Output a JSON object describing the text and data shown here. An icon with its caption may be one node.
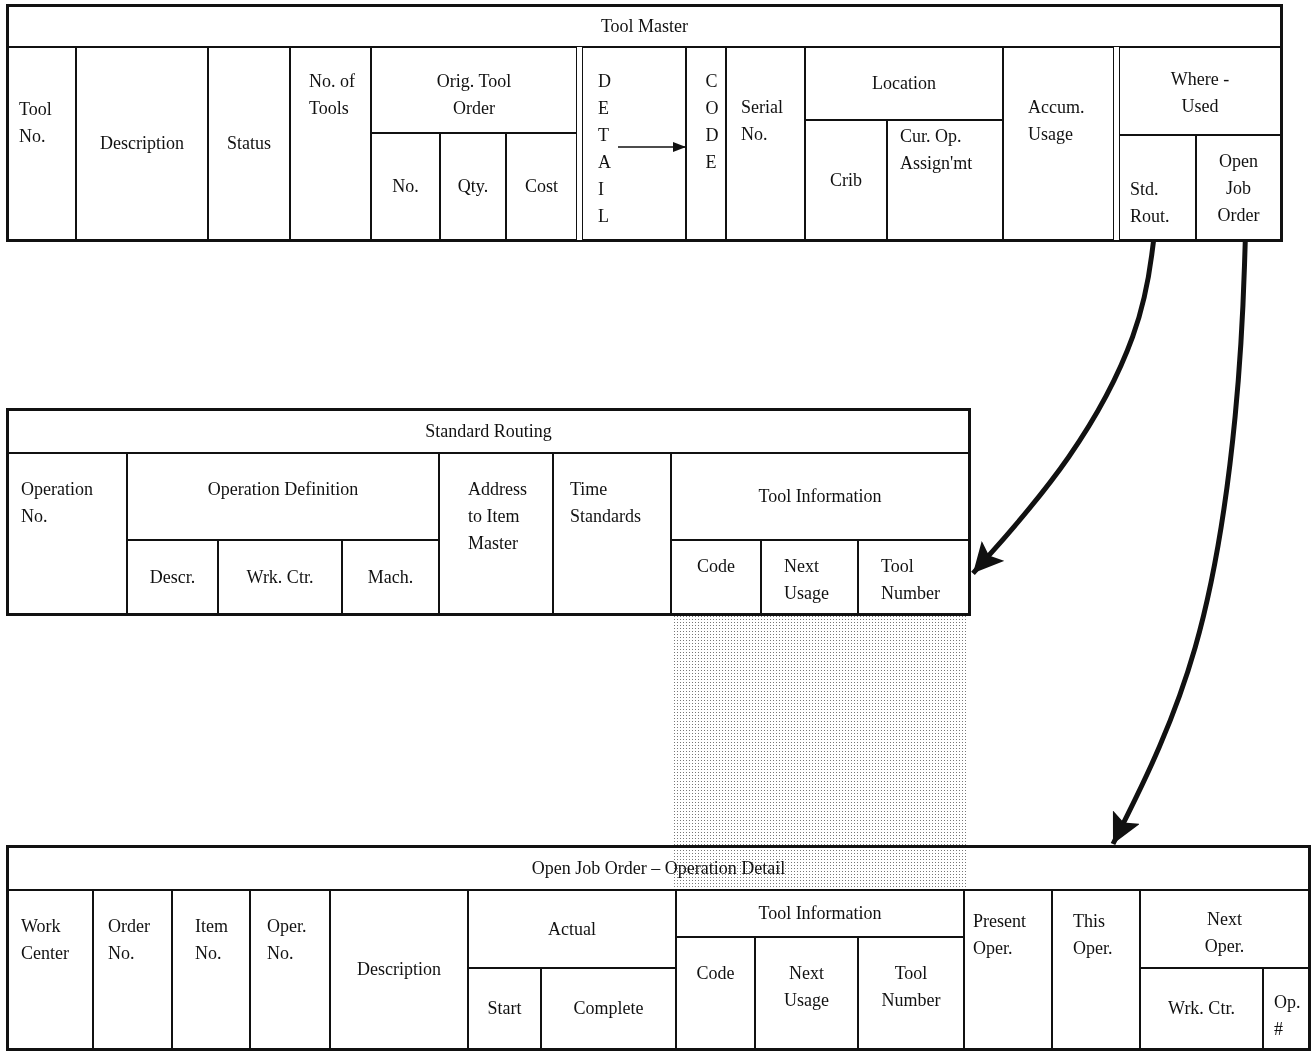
{
  "diagram": {
    "nodes": [
      {
        "text": [
          "Tool Master"
        ]
      },
      {
        "text": [
          "Tool No."
        ],
        "in": 0
      },
      {
        "text": [
          "Description"
        ],
        "in": 0
      },
      {
        "text": [
          "Status"
        ],
        "in": 0
      },
      {
        "text": [
          "No. of Tools"
        ],
        "in": 0
      },
      {
        "text": [
          "Orig. Tool Order"
        ],
        "in": 0
      },
      {
        "text": [
          "No."
        ],
        "in": 0
      },
      {
        "text": [
          "Qty."
        ],
        "in": 0
      },
      {
        "text": [
          "Cost"
        ],
        "in": 0
      },
      {
        "text": [
          "DETAIL"
        ],
        "in": 0
      },
      {
        "text": [
          "CODE"
        ],
        "in": 0
      },
      {
        "text": [
          "Serial No."
        ],
        "in": 0
      },
      {
        "text": [
          "Location"
        ],
        "in": 0
      },
      {
        "text": [
          "Crib"
        ],
        "in": 0
      },
      {
        "text": [
          "Cur. Op. Assign'mt"
        ],
        "in": 0
      },
      {
        "text": [
          "Accum. Usage"
        ],
        "in": 0
      },
      {
        "text": [
          "Where - Used"
        ],
        "in": 0
      },
      {
        "text": [
          "Std. Rout."
        ],
        "in": 0
      },
      {
        "text": [
          "Open Job Order"
        ],
        "in": 0
      },
      {
        "text": [
          "Standard Routing"
        ]
      },
      {
        "text": [
          "Operation No."
        ],
        "in": 19
      },
      {
        "text": [
          "Operation Definition"
        ],
        "in": 19
      },
      {
        "text": [
          "Descr."
        ],
        "in": 19
      },
      {
        "text": [
          "Wrk. Ctr."
        ],
        "in": 19
      },
      {
        "text": [
          "Mach."
        ],
        "in": 19
      },
      {
        "text": [
          "Address to Item Master"
        ],
        "in": 19
      },
      {
        "text": [
          "Time Standards"
        ],
        "in": 19
      },
      {
        "text": [
          "Tool Information"
        ],
        "in": 19
      },
      {
        "text": [
          "Code"
        ],
        "in": 19
      },
      {
        "text": [
          "Next Usage"
        ],
        "in": 19
      },
      {
        "text": [
          "Tool Number"
        ],
        "in": 19
      },
      {
        "text": [
          "Open Job Order – Operation Detail"
        ]
      },
      {
        "text": [
          "Work Center"
        ],
        "in": 31
      },
      {
        "text": [
          "Order No."
        ],
        "in": 31
      },
      {
        "text": [
          "Item No."
        ],
        "in": 31
      },
      {
        "text": [
          "Oper. No."
        ],
        "in": 31
      },
      {
        "text": [
          "Description"
        ],
        "in": 31
      },
      {
        "text": [
          "Actual"
        ],
        "in": 31
      },
      {
        "text": [
          "Start"
        ],
        "in": 31
      },
      {
        "text": [
          "Complete"
        ],
        "in": 31
      },
      {
        "text": [
          "Tool Information"
        ],
        "in": 31
      },
      {
        "text": [
          "Code"
        ],
        "in": 31
      },
      {
        "text": [
          "Next Usage"
        ],
        "in": 31
      },
      {
        "text": [
          "Tool Number"
        ],
        "in": 31
      },
      {
        "text": [
          "Present Oper."
        ],
        "in": 31
      },
      {
        "text": [
          "This Oper."
        ],
        "in": 31
      },
      {
        "text": [
          "Next Oper."
        ],
        "in": 31
      },
      {
        "text": [
          "Wrk. Ctr."
        ],
        "in": 31
      },
      {
        "text": [
          "Op. #"
        ],
        "in": 31
      },
      {
        "text": [],
        "shape": "box"
      }
    ],
    "edges": [
      {
        "from": 9,
        "to": 10,
        "arrow": "to"
      },
      {
        "from": 17,
        "to": 30,
        "arrow": "to"
      },
      {
        "from": 18,
        "to": 31,
        "arrow": "to"
      }
    ]
  }
}
